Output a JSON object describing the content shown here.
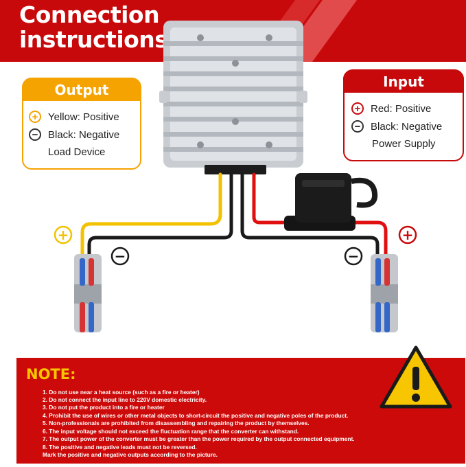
{
  "title": {
    "line1": "Connection",
    "line2": "instructions"
  },
  "output_card": {
    "heading": "Output",
    "rows": [
      {
        "symbol": "+",
        "text": "Yellow:  Positive"
      },
      {
        "symbol": "−",
        "text": "Black:  Negative"
      },
      {
        "symbol": "",
        "text": "Load Device"
      }
    ]
  },
  "input_card": {
    "heading": "Input",
    "rows": [
      {
        "symbol": "+",
        "text": "Red: Positive"
      },
      {
        "symbol": "−",
        "text": "Black: Negative"
      },
      {
        "symbol": "",
        "text": "Power Supply"
      }
    ]
  },
  "polarity_marks": {
    "out_plus": "+",
    "out_minus": "−",
    "in_plus": "+",
    "in_minus": "−"
  },
  "note": {
    "title": "NOTE:",
    "lines": [
      "1. Do not use near a heat source (such as a fire or heater)",
      "2. Do not connect the input line to 220V domestic electricity.",
      "3. Do not put the product into a fire or heater",
      "4. Prohibit the use of wires or other metal objects to short-circuit the positive and negative poles of the product.",
      "5. Non-professionals are prohibited from disassembling and repairing the product by themselves.",
      "6. The input voltage should not exceed the fluctuation range that the converter can withstand.",
      "7. The output power of the converter must be greater than the power required by the output connected equipment.",
      "8. The positive and negative leads must not be reversed.",
      "Mark the positive and negative outputs according to the picture."
    ]
  },
  "colors": {
    "brand_red": "#c8090b",
    "output_orange": "#f5a300",
    "warning_yellow": "#f7c600",
    "wire_yellow": "#f2c200",
    "wire_red": "#e01010",
    "wire_black": "#1a1a1a"
  },
  "icons": [
    "warning-icon",
    "plus-icon",
    "minus-icon",
    "fuse-holder-icon",
    "wire-connector-icon",
    "converter-module-icon"
  ]
}
